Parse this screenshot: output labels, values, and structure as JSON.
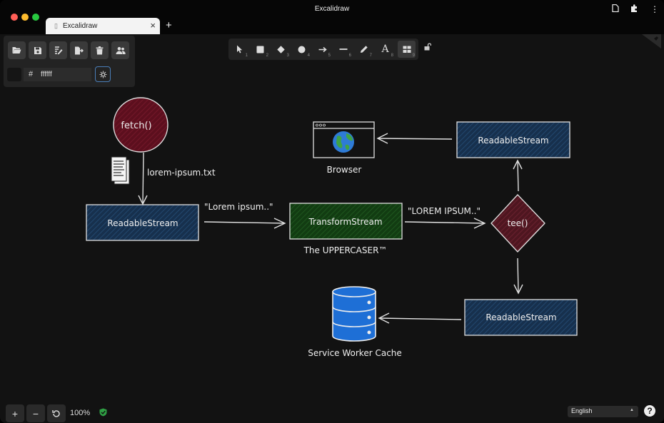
{
  "window": {
    "title": "Excalidraw",
    "traffic_colors": [
      "#ff5f57",
      "#febc2e",
      "#28c840"
    ],
    "tab_label": "Excalidraw",
    "tab_close": "×",
    "new_tab": "+",
    "icons": [
      "page-icon",
      "puzzle-icon",
      "kebab-menu-icon"
    ]
  },
  "side_panel": {
    "buttons": [
      "open-folder-icon",
      "save-icon",
      "export-image-icon",
      "export-icon",
      "trash-icon",
      "collaborate-icon"
    ],
    "hash_label": "#",
    "color_value": "ffffff",
    "swatch_color": "#151515"
  },
  "toolbar": {
    "tools": [
      {
        "name": "selection",
        "icon": "cursor-icon",
        "num": "1"
      },
      {
        "name": "rectangle",
        "icon": "rectangle-icon",
        "num": "2"
      },
      {
        "name": "diamond",
        "icon": "diamond-icon",
        "num": "3"
      },
      {
        "name": "ellipse",
        "icon": "ellipse-icon",
        "num": "4"
      },
      {
        "name": "arrow",
        "icon": "arrow-icon",
        "num": "5"
      },
      {
        "name": "line",
        "icon": "line-icon",
        "num": "6"
      },
      {
        "name": "draw",
        "icon": "pencil-icon",
        "num": "7"
      },
      {
        "name": "text",
        "icon": "text-icon",
        "glyph": "A",
        "num": "8"
      },
      {
        "name": "library",
        "icon": "library-grid-icon",
        "num": "9"
      }
    ],
    "lock_icon": "unlock-icon"
  },
  "diagram": {
    "colors": {
      "stroke": "#e0e0e0",
      "fetch_fill": "#5c0f1e",
      "readable_fill": "#1e3a5f",
      "transform_fill": "#1a4b1a",
      "tee_fill": "#5c1a24",
      "cache_fill": "#1e6fd6"
    },
    "fetch_label": "fetch()",
    "file_label": "lorem-ipsum.txt",
    "readable_left": "ReadableStream",
    "quote_lower": "\"Lorem ipsum..\"",
    "transform_label": "TransformStream",
    "transform_caption": "The UPPERCASER™",
    "quote_upper": "\"LOREM IPSUM..\"",
    "tee_label": "tee()",
    "readable_top": "ReadableStream",
    "browser_label": "Browser",
    "readable_bottom": "ReadableStream",
    "cache_label": "Service Worker Cache"
  },
  "footer": {
    "zoom_in": "+",
    "zoom_out": "−",
    "reset_icon": "zoom-reset-icon",
    "zoom_level": "100%",
    "shield_icon": "shield-check-icon",
    "language": "English",
    "lang_arrow": "▲",
    "help": "?"
  }
}
